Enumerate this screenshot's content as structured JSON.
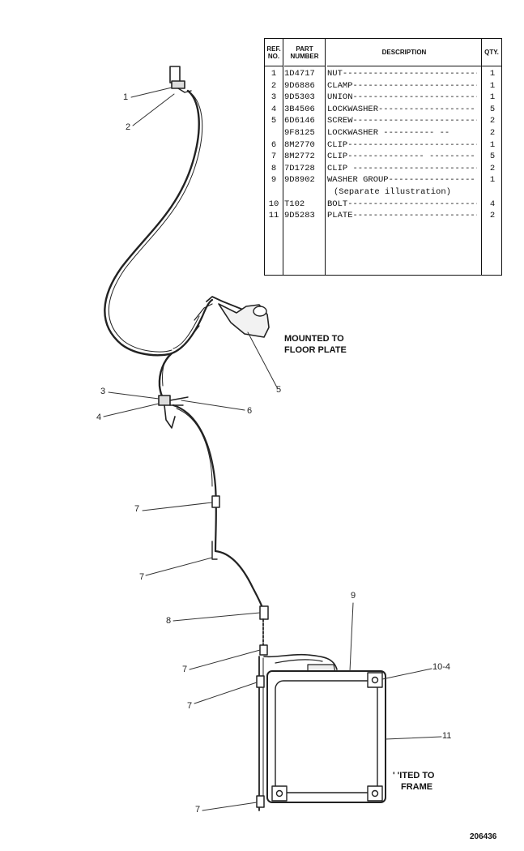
{
  "table": {
    "headers": {
      "ref": "REF. NO.",
      "part": "PART NUMBER",
      "desc": "DESCRIPTION",
      "qty": "QTY."
    },
    "rows": [
      {
        "ref": "1",
        "part": "1D4717",
        "desc": "NUT-----------------------------",
        "qty": "1"
      },
      {
        "ref": "2",
        "part": "9D6886",
        "desc": "CLAMP--------------------------",
        "qty": "1"
      },
      {
        "ref": "3",
        "part": "9D5303",
        "desc": "UNION---------------------------",
        "qty": "1"
      },
      {
        "ref": "4",
        "part": "3B4506",
        "desc": "LOCKWASHER-------------------",
        "qty": "5"
      },
      {
        "ref": "5",
        "part": "6D6146",
        "desc": "SCREW-------------------------",
        "qty": "2"
      },
      {
        "ref": "",
        "part": "9F8125",
        "desc": "LOCKWASHER  ----------  --",
        "qty": "2"
      },
      {
        "ref": "6",
        "part": "8M2770",
        "desc": "CLIP---------------------------",
        "qty": "1"
      },
      {
        "ref": "7",
        "part": "8M2772",
        "desc": "CLIP---------------  ---------",
        "qty": "5"
      },
      {
        "ref": "8",
        "part": "7D1728",
        "desc": "CLIP  -------------------------",
        "qty": "2"
      },
      {
        "ref": "9",
        "part": "9D8902",
        "desc": "WASHER GROUP-----------------",
        "qty": "1"
      },
      {
        "ref": "",
        "part": "",
        "desc": "(Separate illustration)",
        "qty": "",
        "sub": true
      },
      {
        "ref": "10",
        "part": "T102",
        "desc": "BOLT---------------------------",
        "qty": "4"
      },
      {
        "ref": "11",
        "part": "9D5283",
        "desc": "PLATE---------------------------",
        "qty": "2"
      }
    ]
  },
  "callouts": {
    "c1": "1",
    "c2": "2",
    "c3": "3",
    "c4": "4",
    "c5": "5",
    "c6": "6",
    "c7a": "7",
    "c7b": "7",
    "c7c": "7",
    "c7d": "7",
    "c7e": "7",
    "c8": "8",
    "c9": "9",
    "c10": "10-4",
    "c11": "11"
  },
  "notes": {
    "floor_1": "MOUNTED TO",
    "floor_2": "FLOOR PLATE",
    "frame_1": "'  'ITED TO",
    "frame_2": "FRAME"
  },
  "figure_number": "206436"
}
